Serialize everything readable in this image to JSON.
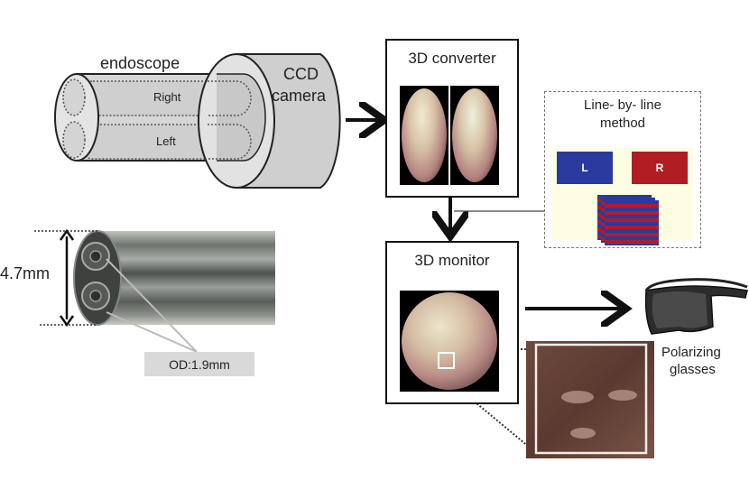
{
  "figure": {
    "endoscope_schematic": {
      "endoscope_label": "endoscope",
      "channel_top_label": "Right",
      "channel_bottom_label": "Left",
      "camera_label_line1": "CCD",
      "camera_label_line2": "camera"
    },
    "converter": {
      "title": "3D converter",
      "image_description": "side-by-side left/right endoscopic views"
    },
    "line_by_line": {
      "title_line1": "Line- by- line",
      "title_line2": "method",
      "left_block_label": "L",
      "right_block_label": "R",
      "colors": {
        "left": "#2a3a9e",
        "right": "#b01e24",
        "background": "#fdfde2"
      }
    },
    "monitor": {
      "title": "3D monitor",
      "image_description": "endoscopic view with magnified region"
    },
    "glasses": {
      "label_line1": "Polarizing",
      "label_line2": "glasses"
    },
    "endoscope_photo": {
      "diameter_label": "4.7mm",
      "channel_od_label": "OD:1.9mm"
    }
  }
}
